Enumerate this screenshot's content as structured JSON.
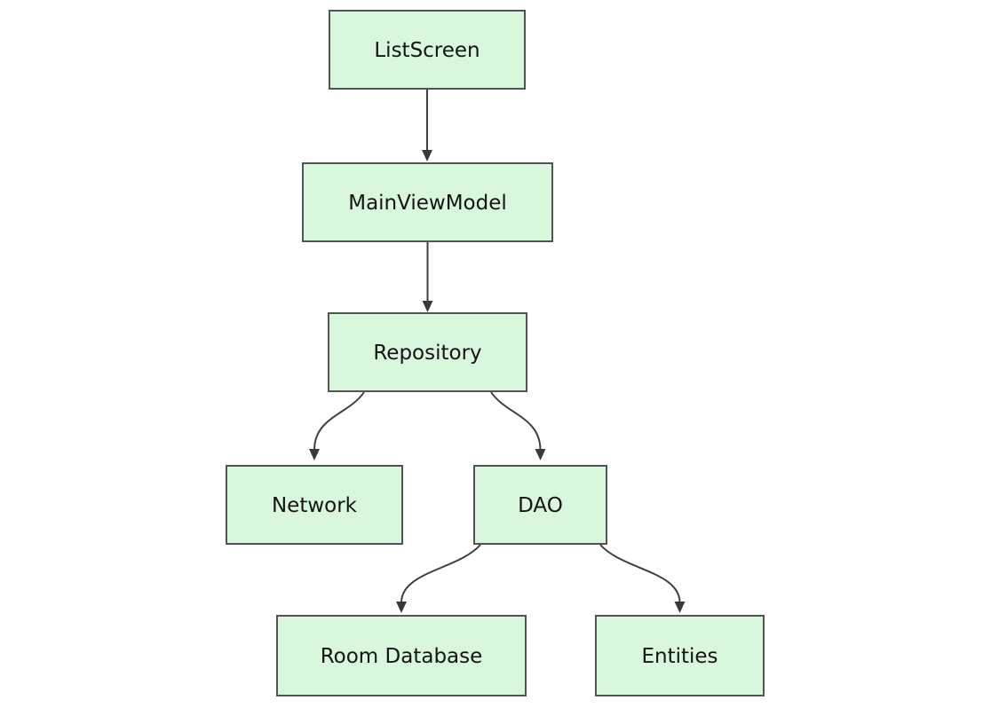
{
  "diagram": {
    "type": "flowchart",
    "direction": "top-down",
    "colors": {
      "background": "#ffffff",
      "node_fill": "#d9f7dd",
      "node_border": "#4f5552",
      "edge": "#3f3f3f",
      "text": "#141414"
    },
    "nodes": {
      "listscreen": {
        "label": "ListScreen"
      },
      "mainviewmodel": {
        "label": "MainViewModel"
      },
      "repository": {
        "label": "Repository"
      },
      "network": {
        "label": "Network"
      },
      "dao": {
        "label": "DAO"
      },
      "room_database": {
        "label": "Room Database"
      },
      "entities": {
        "label": "Entities"
      }
    },
    "edges": [
      {
        "from": "ListScreen",
        "to": "MainViewModel"
      },
      {
        "from": "MainViewModel",
        "to": "Repository"
      },
      {
        "from": "Repository",
        "to": "Network"
      },
      {
        "from": "Repository",
        "to": "DAO"
      },
      {
        "from": "DAO",
        "to": "Room Database"
      },
      {
        "from": "DAO",
        "to": "Entities"
      }
    ]
  }
}
